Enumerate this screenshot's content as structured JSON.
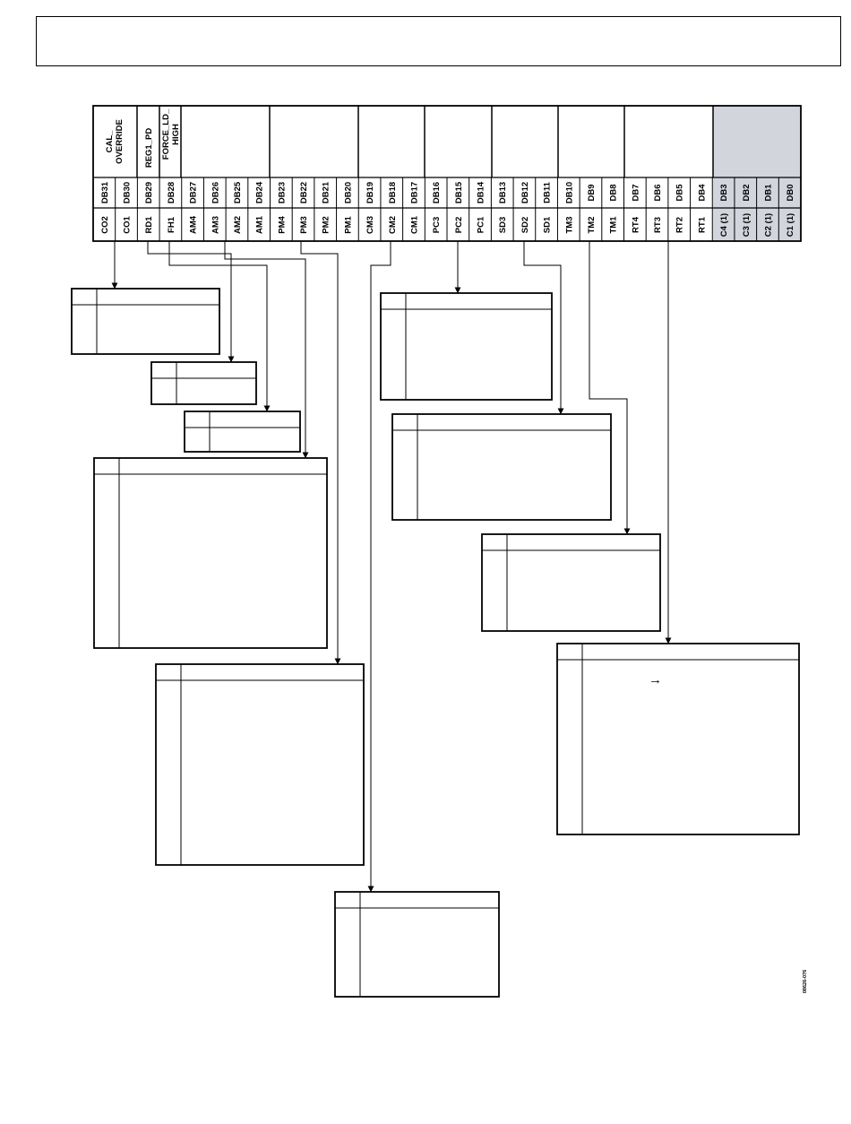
{
  "header": {
    "text": ""
  },
  "register": {
    "group_labels": [
      "CAL_",
      "OVERRIDE",
      "REG1_PD",
      "FORCE_LD_",
      "HIGH"
    ],
    "cells": [
      {
        "db": "DB31",
        "bit": "CO2",
        "shaded": false
      },
      {
        "db": "DB30",
        "bit": "CO1",
        "shaded": false
      },
      {
        "db": "DB29",
        "bit": "RD1",
        "shaded": false
      },
      {
        "db": "DB28",
        "bit": "FH1",
        "shaded": false
      },
      {
        "db": "DB27",
        "bit": "AM4",
        "shaded": false
      },
      {
        "db": "DB26",
        "bit": "AM3",
        "shaded": false
      },
      {
        "db": "DB25",
        "bit": "AM2",
        "shaded": false
      },
      {
        "db": "DB24",
        "bit": "AM1",
        "shaded": false
      },
      {
        "db": "DB23",
        "bit": "PM4",
        "shaded": false
      },
      {
        "db": "DB22",
        "bit": "PM3",
        "shaded": false
      },
      {
        "db": "DB21",
        "bit": "PM2",
        "shaded": false
      },
      {
        "db": "DB20",
        "bit": "PM1",
        "shaded": false
      },
      {
        "db": "DB19",
        "bit": "CM3",
        "shaded": false
      },
      {
        "db": "DB18",
        "bit": "CM2",
        "shaded": false
      },
      {
        "db": "DB17",
        "bit": "CM1",
        "shaded": false
      },
      {
        "db": "DB16",
        "bit": "PC3",
        "shaded": false
      },
      {
        "db": "DB15",
        "bit": "PC2",
        "shaded": false
      },
      {
        "db": "DB14",
        "bit": "PC1",
        "shaded": false
      },
      {
        "db": "DB13",
        "bit": "SD3",
        "shaded": false
      },
      {
        "db": "DB12",
        "bit": "SD2",
        "shaded": false
      },
      {
        "db": "DB11",
        "bit": "SD1",
        "shaded": false
      },
      {
        "db": "DB10",
        "bit": "TM3",
        "shaded": false
      },
      {
        "db": "DB9",
        "bit": "TM2",
        "shaded": false
      },
      {
        "db": "DB8",
        "bit": "TM1",
        "shaded": false
      },
      {
        "db": "DB7",
        "bit": "RT4",
        "shaded": false
      },
      {
        "db": "DB6",
        "bit": "RT3",
        "shaded": false
      },
      {
        "db": "DB5",
        "bit": "RT2",
        "shaded": false
      },
      {
        "db": "DB4",
        "bit": "RT1",
        "shaded": false
      },
      {
        "db": "DB3",
        "bit": "C4 (1)",
        "shaded": true
      },
      {
        "db": "DB2",
        "bit": "C3 (1)",
        "shaded": true
      },
      {
        "db": "DB1",
        "bit": "C2 (1)",
        "shaded": true
      },
      {
        "db": "DB0",
        "bit": "C1 (1)",
        "shaded": true
      }
    ]
  },
  "tables": [
    {
      "id": "co",
      "name": "cal-override-table"
    },
    {
      "id": "rd",
      "name": "reg1-pd-table"
    },
    {
      "id": "fh",
      "name": "force-ld-high-table"
    },
    {
      "id": "am",
      "name": "am-bits-table"
    },
    {
      "id": "pm",
      "name": "pm-bits-table"
    },
    {
      "id": "cm",
      "name": "cm-bits-table"
    },
    {
      "id": "pc",
      "name": "pc-bits-table"
    },
    {
      "id": "sd",
      "name": "sd-bits-table"
    },
    {
      "id": "tm",
      "name": "tm-bits-table"
    },
    {
      "id": "rt",
      "name": "rt-bits-table"
    }
  ],
  "rt_table_arrow": "→",
  "figure_id": "08626-076",
  "colors": {
    "line": "#000000",
    "shaded_cell": "#d2d5dc",
    "background": "#ffffff"
  }
}
